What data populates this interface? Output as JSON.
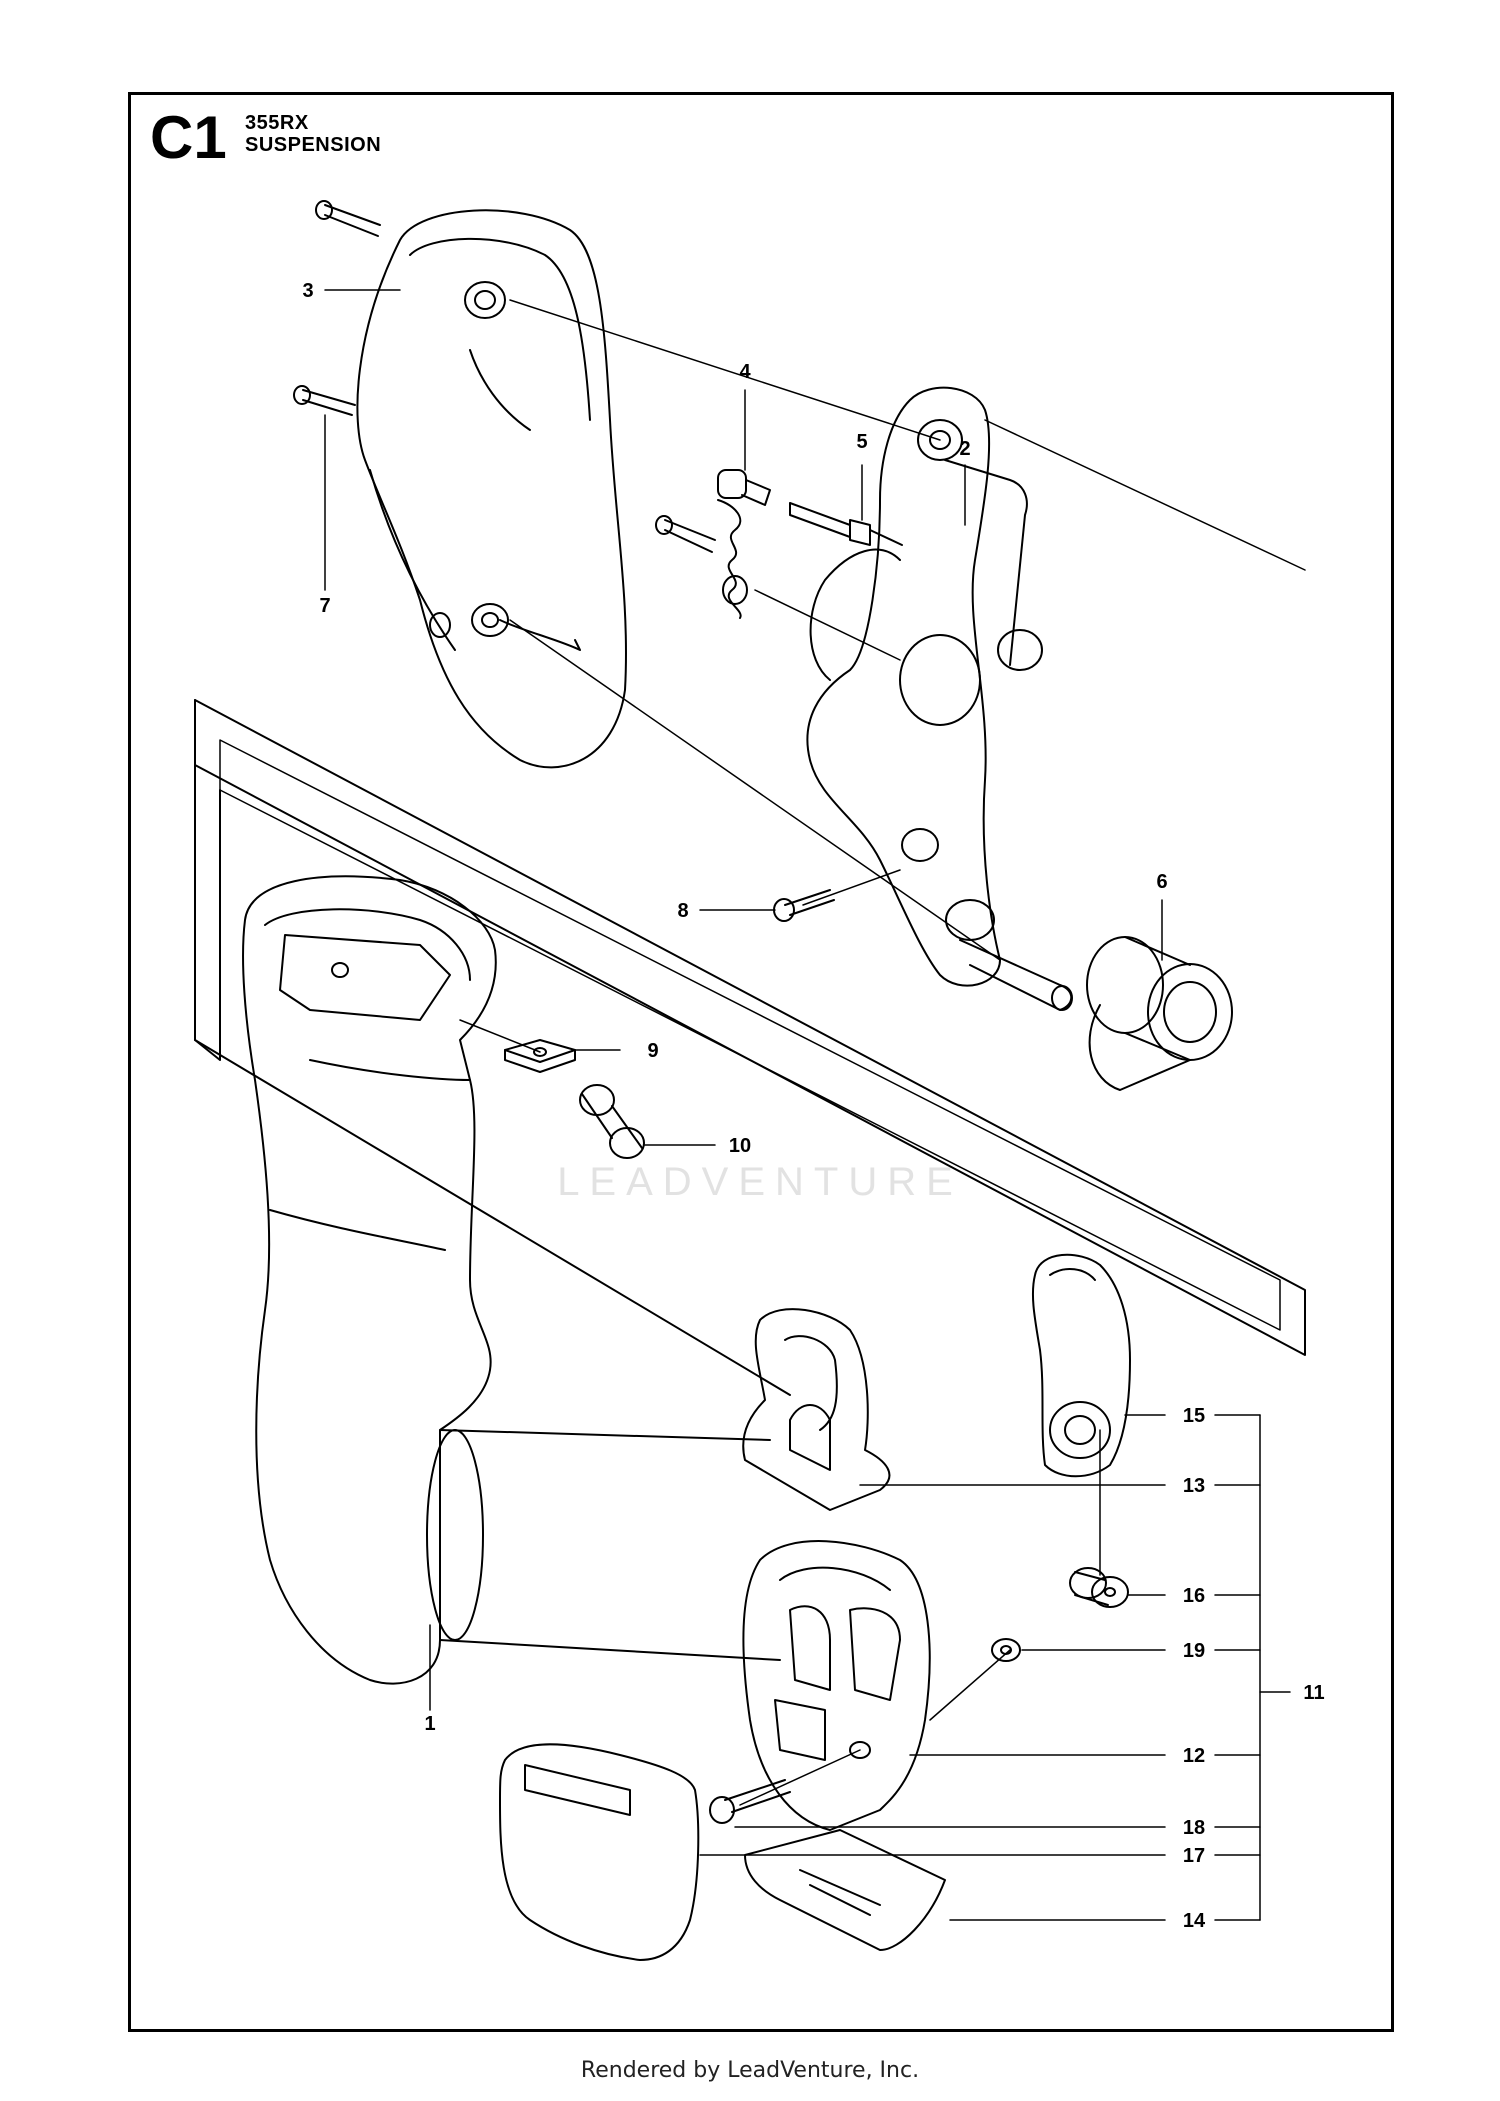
{
  "header": {
    "section_code": "C1",
    "model": "355RX",
    "title": "SUSPENSION"
  },
  "watermark": "LEADVENTURE",
  "footer": "Rendered by LeadVenture, Inc.",
  "callouts": {
    "c1": "1",
    "c2": "2",
    "c3": "3",
    "c4": "4",
    "c5": "5",
    "c6": "6",
    "c7": "7",
    "c8": "8",
    "c9": "9",
    "c10": "10",
    "c11": "11",
    "c12": "12",
    "c13": "13",
    "c14": "14",
    "c15": "15",
    "c16": "16",
    "c17": "17",
    "c18": "18",
    "c19": "19"
  }
}
